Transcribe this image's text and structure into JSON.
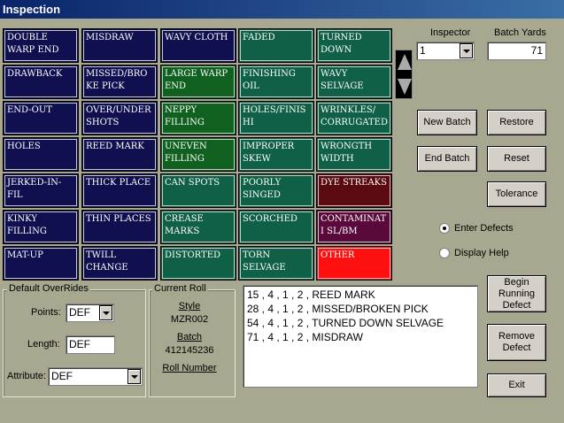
{
  "window": {
    "title": "Inspection"
  },
  "defects": [
    {
      "label": "DOUBLE WARP END",
      "color": "navy"
    },
    {
      "label": "MISDRAW",
      "color": "navy"
    },
    {
      "label": "WAVY CLOTH",
      "color": "navy"
    },
    {
      "label": "FADED",
      "color": "teal"
    },
    {
      "label": "TURNED DOWN",
      "color": "teal"
    },
    {
      "label": "DRAWBACK",
      "color": "navy"
    },
    {
      "label": "MISSED/BROKE PICK",
      "color": "navy"
    },
    {
      "label": "LARGE WARP END",
      "color": "green"
    },
    {
      "label": "FINISHING OIL",
      "color": "teal"
    },
    {
      "label": "WAVY SELVAGE",
      "color": "teal"
    },
    {
      "label": "END-OUT",
      "color": "navy"
    },
    {
      "label": "OVER/UNDER SHOTS",
      "color": "navy"
    },
    {
      "label": "NEPPY FILLING",
      "color": "green"
    },
    {
      "label": "HOLES/FINISHI",
      "color": "teal"
    },
    {
      "label": "WRINKLES/ CORRUGATED",
      "color": "teal"
    },
    {
      "label": "HOLES",
      "color": "navy"
    },
    {
      "label": "REED MARK",
      "color": "navy"
    },
    {
      "label": "UNEVEN FILLING",
      "color": "green"
    },
    {
      "label": "IMPROPER SKEW",
      "color": "teal"
    },
    {
      "label": "WRONGTH WIDTH",
      "color": "teal"
    },
    {
      "label": "JERKED-IN-FIL",
      "color": "navy"
    },
    {
      "label": "THICK PLACE",
      "color": "navy"
    },
    {
      "label": "CAN SPOTS",
      "color": "teal"
    },
    {
      "label": "POORLY SINGED",
      "color": "teal"
    },
    {
      "label": "DYE STREAKS",
      "color": "darkred"
    },
    {
      "label": "KINKY FILLING",
      "color": "navy"
    },
    {
      "label": "THIN PLACES",
      "color": "navy"
    },
    {
      "label": "CREASE MARKS",
      "color": "teal"
    },
    {
      "label": "SCORCHED",
      "color": "teal"
    },
    {
      "label": "CONTAMINATI SL/BM",
      "color": "maroon"
    },
    {
      "label": "MAT-UP",
      "color": "navy"
    },
    {
      "label": "TWILL CHANGE",
      "color": "navy"
    },
    {
      "label": "DISTORTED",
      "color": "teal"
    },
    {
      "label": "TORN SELVAGE",
      "color": "teal"
    },
    {
      "label": "OTHER",
      "color": "red"
    }
  ],
  "inspector": {
    "label": "Inspector",
    "value": "1"
  },
  "batch_yards": {
    "label": "Batch Yards",
    "value": "71"
  },
  "buttons": {
    "new_batch": "New Batch",
    "restore": "Restore",
    "end_batch": "End Batch",
    "reset": "Reset",
    "tolerance": "Tolerance",
    "begin_running_defect": "Begin Running Defect",
    "remove_defect": "Remove Defect",
    "exit": "Exit"
  },
  "mode": {
    "enter_defects": "Enter Defects",
    "display_help": "Display Help",
    "selected": "enter_defects"
  },
  "overrides": {
    "title": "Default OverRides",
    "points_label": "Points:",
    "points_value": "DEF",
    "length_label": "Length:",
    "length_value": "DEF",
    "attribute_label": "Attribute:",
    "attribute_value": "DEF"
  },
  "current_roll": {
    "title": "Current Roll",
    "style_label": "Style",
    "style_value": "MZR002",
    "batch_label": "Batch",
    "batch_value": "412145236",
    "roll_number_label": "Roll Number"
  },
  "defect_log": [
    "15 , 4 ,  1  , 2 ,  REED MARK",
    "28 , 4 ,  1  , 2 ,  MISSED/BROKEN PICK",
    "54 , 4 ,  1  , 2 ,  TURNED DOWN SELVAGE",
    "71 , 4 ,  1  , 2 ,  MISDRAW"
  ],
  "colors": {
    "navy": "#101050",
    "green": "#106020",
    "teal": "#0f6046",
    "darkred": "#5a0a10",
    "maroon": "#5a0a3a",
    "red": "#ff1010"
  }
}
